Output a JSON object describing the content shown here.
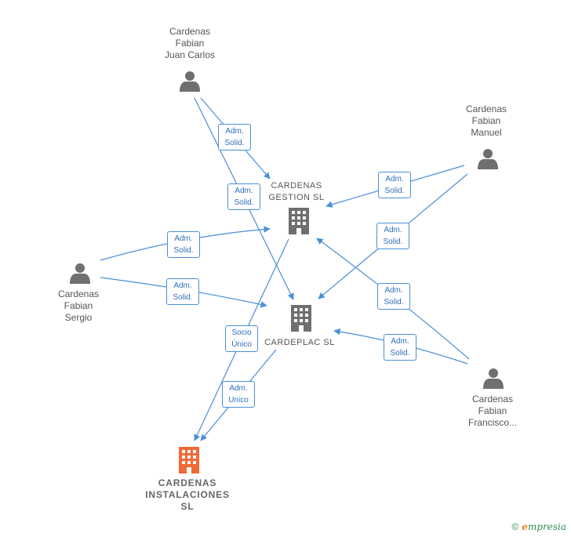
{
  "nodes": {
    "juan_carlos": {
      "lines": [
        "Cardenas",
        "Fabian",
        "Juan Carlos"
      ],
      "type": "person"
    },
    "manuel": {
      "lines": [
        "Cardenas",
        "Fabian",
        "Manuel"
      ],
      "type": "person"
    },
    "sergio": {
      "lines": [
        "Cardenas",
        "Fabian",
        "Sergio"
      ],
      "type": "person"
    },
    "francisco": {
      "lines": [
        "Cardenas",
        "Fabian",
        "Francisco..."
      ],
      "type": "person"
    },
    "gestion": {
      "lines": [
        "CARDENAS",
        "GESTION  SL"
      ],
      "type": "company"
    },
    "cardeplac": {
      "lines": [
        "CARDEPLAC SL"
      ],
      "type": "company"
    },
    "instalaciones": {
      "lines": [
        "CARDENAS",
        "INSTALACIONES",
        "SL"
      ],
      "type": "company-main"
    }
  },
  "edges": [
    {
      "id": "jc-gestion",
      "lines": [
        "Adm.",
        "Solid."
      ]
    },
    {
      "id": "jc-cardeplac",
      "lines": [
        "Adm.",
        "Solid."
      ]
    },
    {
      "id": "manuel-gestion",
      "lines": [
        "Adm.",
        "Solid."
      ]
    },
    {
      "id": "manuel-cardeplac",
      "lines": [
        "Adm.",
        "Solid."
      ]
    },
    {
      "id": "sergio-gestion",
      "lines": [
        "Adm.",
        "Solid."
      ]
    },
    {
      "id": "sergio-cardeplac",
      "lines": [
        "Adm.",
        "Solid."
      ]
    },
    {
      "id": "francisco-gestion",
      "lines": [
        "Adm.",
        "Solid."
      ]
    },
    {
      "id": "francisco-cardeplac",
      "lines": [
        "Adm.",
        "Solid."
      ]
    },
    {
      "id": "gestion-instalaciones",
      "lines": [
        "Socio",
        "Único"
      ]
    },
    {
      "id": "cardeplac-instalaciones",
      "lines": [
        "Adm.",
        "Unico"
      ]
    }
  ],
  "colors": {
    "edge": "#4a8fd8",
    "icon": "#6f6f6f",
    "main_icon": "#f06a35"
  },
  "footer": {
    "copyright": "©",
    "brand_initial": "e",
    "brand_rest": "mpresia"
  }
}
